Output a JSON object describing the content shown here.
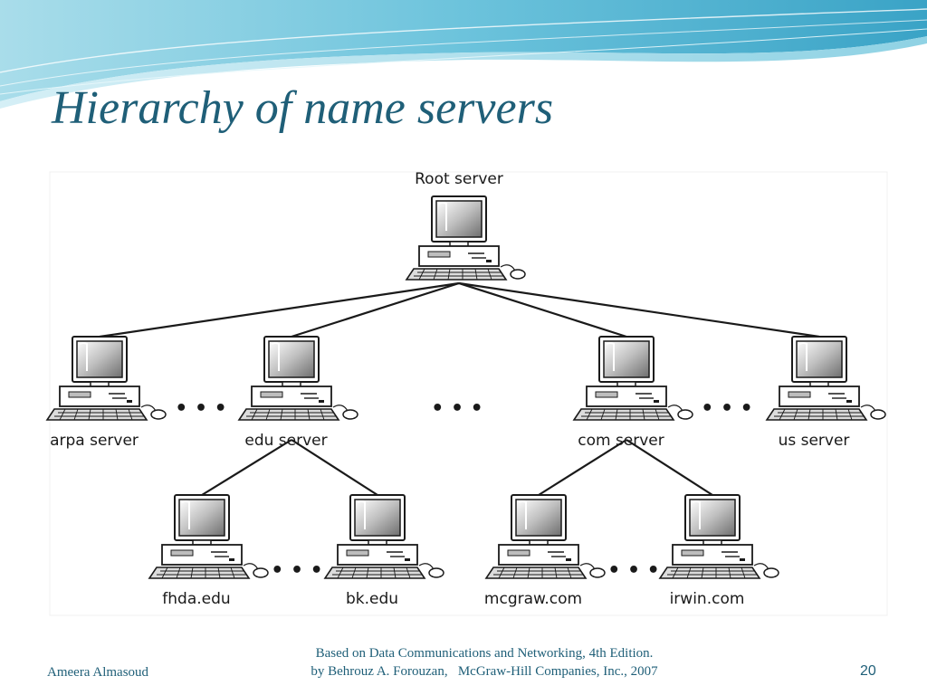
{
  "slide": {
    "title": "Hierarchy of name servers",
    "author": "Ameera Almasoud",
    "credit_line1": "Based on Data Communications and Networking, 4th Edition.",
    "credit_line2": "by Behrouz A. Forouzan,   McGraw-Hill Companies, Inc., 2007",
    "page_number": "20"
  },
  "diagram": {
    "ellipsis": "• • •",
    "nodes": [
      {
        "id": "root",
        "label": "Root server",
        "parent": null
      },
      {
        "id": "arpa",
        "label": "arpa server",
        "parent": "root"
      },
      {
        "id": "edu",
        "label": "edu server",
        "parent": "root"
      },
      {
        "id": "com",
        "label": "com server",
        "parent": "root"
      },
      {
        "id": "us",
        "label": "us server",
        "parent": "root"
      },
      {
        "id": "fhda",
        "label": "fhda.edu",
        "parent": "edu"
      },
      {
        "id": "bk",
        "label": "bk.edu",
        "parent": "edu"
      },
      {
        "id": "mcgraw",
        "label": "mcgraw.com",
        "parent": "com"
      },
      {
        "id": "irwin",
        "label": "irwin.com",
        "parent": "com"
      }
    ]
  },
  "colors": {
    "title": "#1f5f78",
    "footer": "#1f5f78",
    "accent_wave": "#5bb8d4",
    "edge": "#1a1a1a"
  },
  "icons": {
    "computer": "desktop-computer-icon"
  }
}
